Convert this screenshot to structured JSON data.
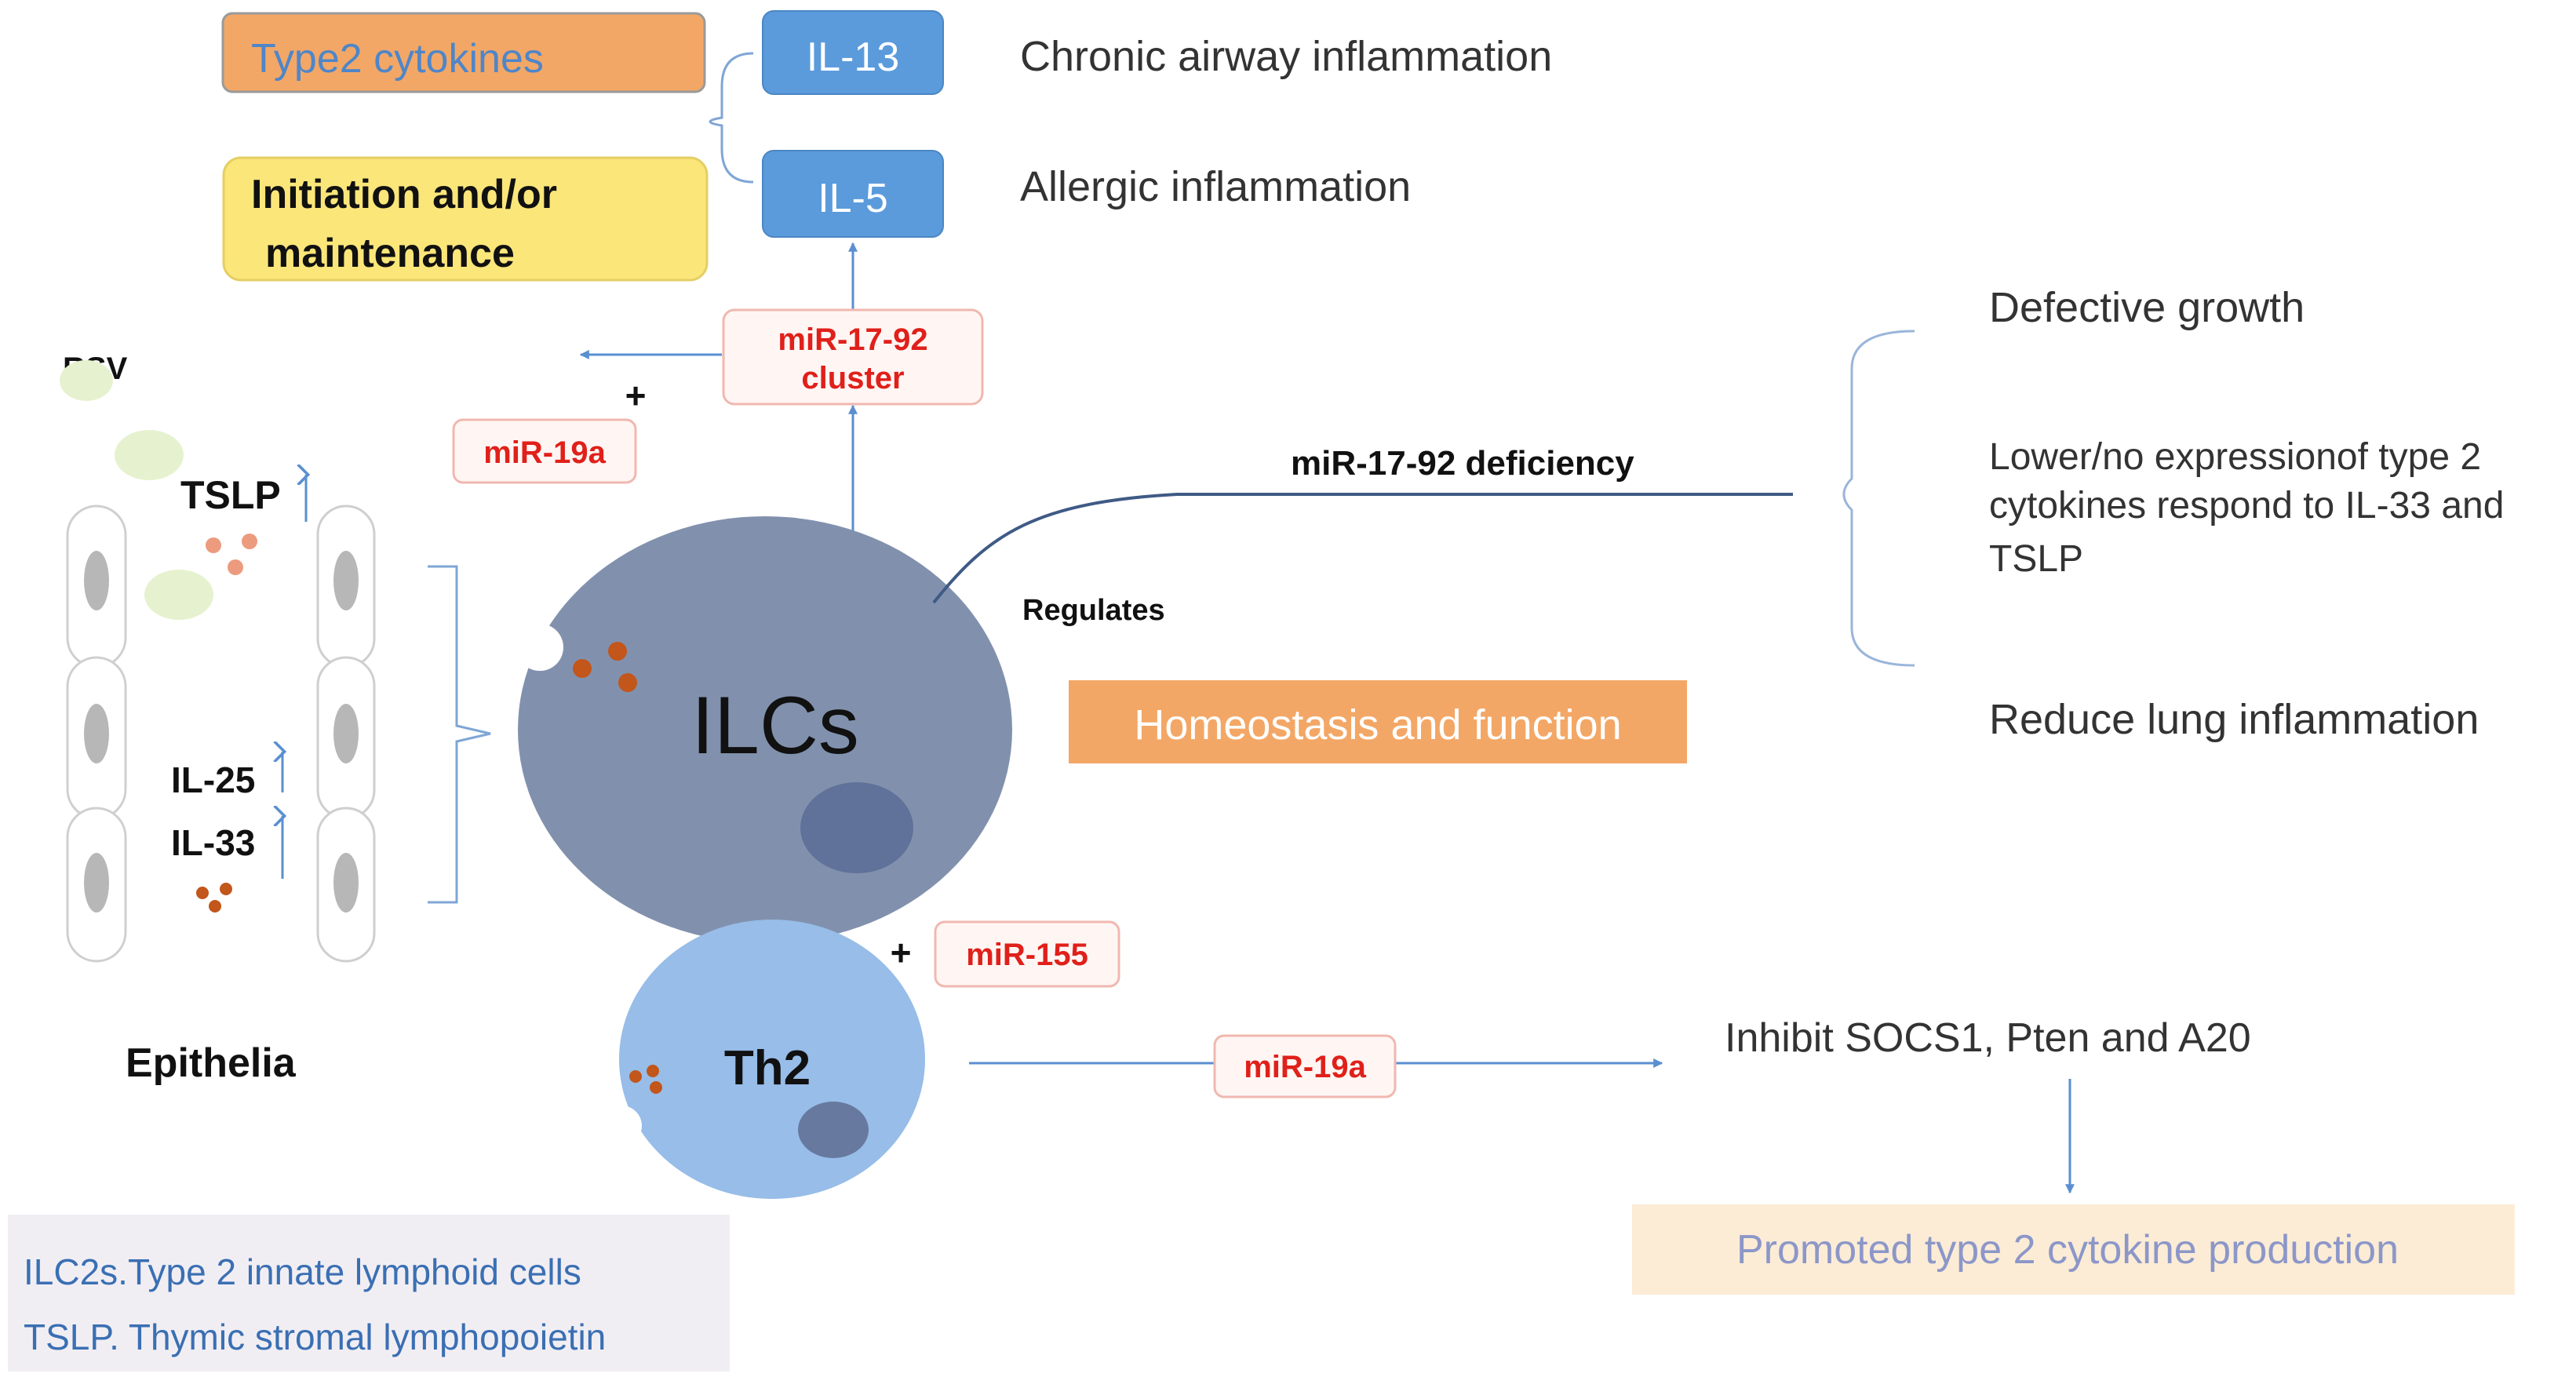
{
  "colors": {
    "blue_box": "#5b9bdc",
    "ilc_cell": "#8191ad",
    "ilc_nucleus": "#60719a",
    "th2_cell": "#97bde8",
    "th2_nucleus": "#67799e",
    "orange_box": "#f3a766",
    "yellow_box": "#fbe67a",
    "mir_text": "#e0201a",
    "legend_text": "#3a6fb3",
    "cream_box": "#fcecd6",
    "arrow": "#5a8fd0",
    "granule_light": "#ec9b7e",
    "granule_dark": "#c2561b",
    "rsv": "#e6f2cf"
  },
  "labels": {
    "type2_cytokines": "Type2 cytokines",
    "initiation": "Initiation and/or",
    "maintenance": "maintenance",
    "il13": "IL-13",
    "il5": "IL-5",
    "chronic": "Chronic airway inflammation",
    "allergic": "Allergic inflammation",
    "mir1792": "miR-17-92",
    "cluster": "cluster",
    "rsv": "RSV",
    "plus": "+",
    "mir19a": "miR-19a",
    "tslp": "TSLP",
    "il25": "IL-25",
    "il33": "IL-33",
    "epithelia": "Epithelia",
    "ilcs": "ILCs",
    "th2": "Th2",
    "mir155": "miR-155",
    "deficiency": "miR-17-92 deficiency",
    "regulates": "Regulates",
    "homeostasis": "Homeostasis and function",
    "defective": "Defective growth",
    "lower1": "Lower/no expressionof type 2",
    "lower2": "cytokines respond to IL-33 and",
    "lower3": "TSLP",
    "reduce": "Reduce lung inflammation",
    "inhibit": "Inhibit SOCS1, Pten and A20",
    "promoted": "Promoted type 2 cytokine production",
    "legend1": "ILC2s.Type 2 innate lymphoid cells",
    "legend2": "TSLP. Thymic stromal lymphopoietin"
  }
}
